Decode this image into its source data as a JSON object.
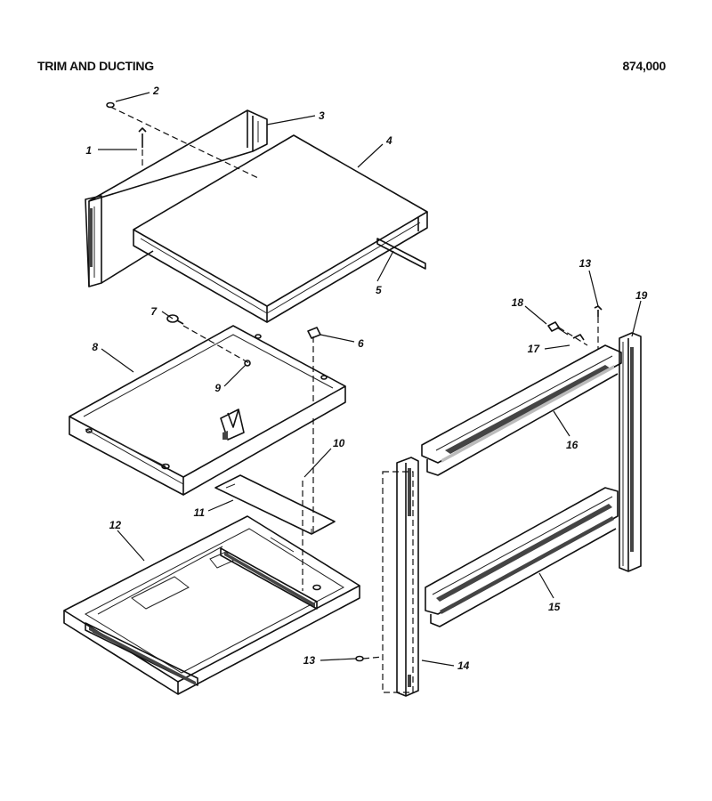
{
  "header": {
    "title": "TRIM AND DUCTING",
    "part_number": "874,000"
  },
  "callouts": [
    {
      "id": "c1",
      "label": "1"
    },
    {
      "id": "c2",
      "label": "2"
    },
    {
      "id": "c3",
      "label": "3"
    },
    {
      "id": "c4",
      "label": "4"
    },
    {
      "id": "c5",
      "label": "5"
    },
    {
      "id": "c6",
      "label": "6"
    },
    {
      "id": "c7",
      "label": "7"
    },
    {
      "id": "c8",
      "label": "8"
    },
    {
      "id": "c9",
      "label": "9"
    },
    {
      "id": "c10",
      "label": "10"
    },
    {
      "id": "c11",
      "label": "11"
    },
    {
      "id": "c12",
      "label": "12"
    },
    {
      "id": "c13a",
      "label": "13"
    },
    {
      "id": "c13b",
      "label": "13"
    },
    {
      "id": "c14",
      "label": "14"
    },
    {
      "id": "c15",
      "label": "15"
    },
    {
      "id": "c16",
      "label": "16"
    },
    {
      "id": "c17",
      "label": "17"
    },
    {
      "id": "c18",
      "label": "18"
    },
    {
      "id": "c19",
      "label": "19"
    }
  ]
}
